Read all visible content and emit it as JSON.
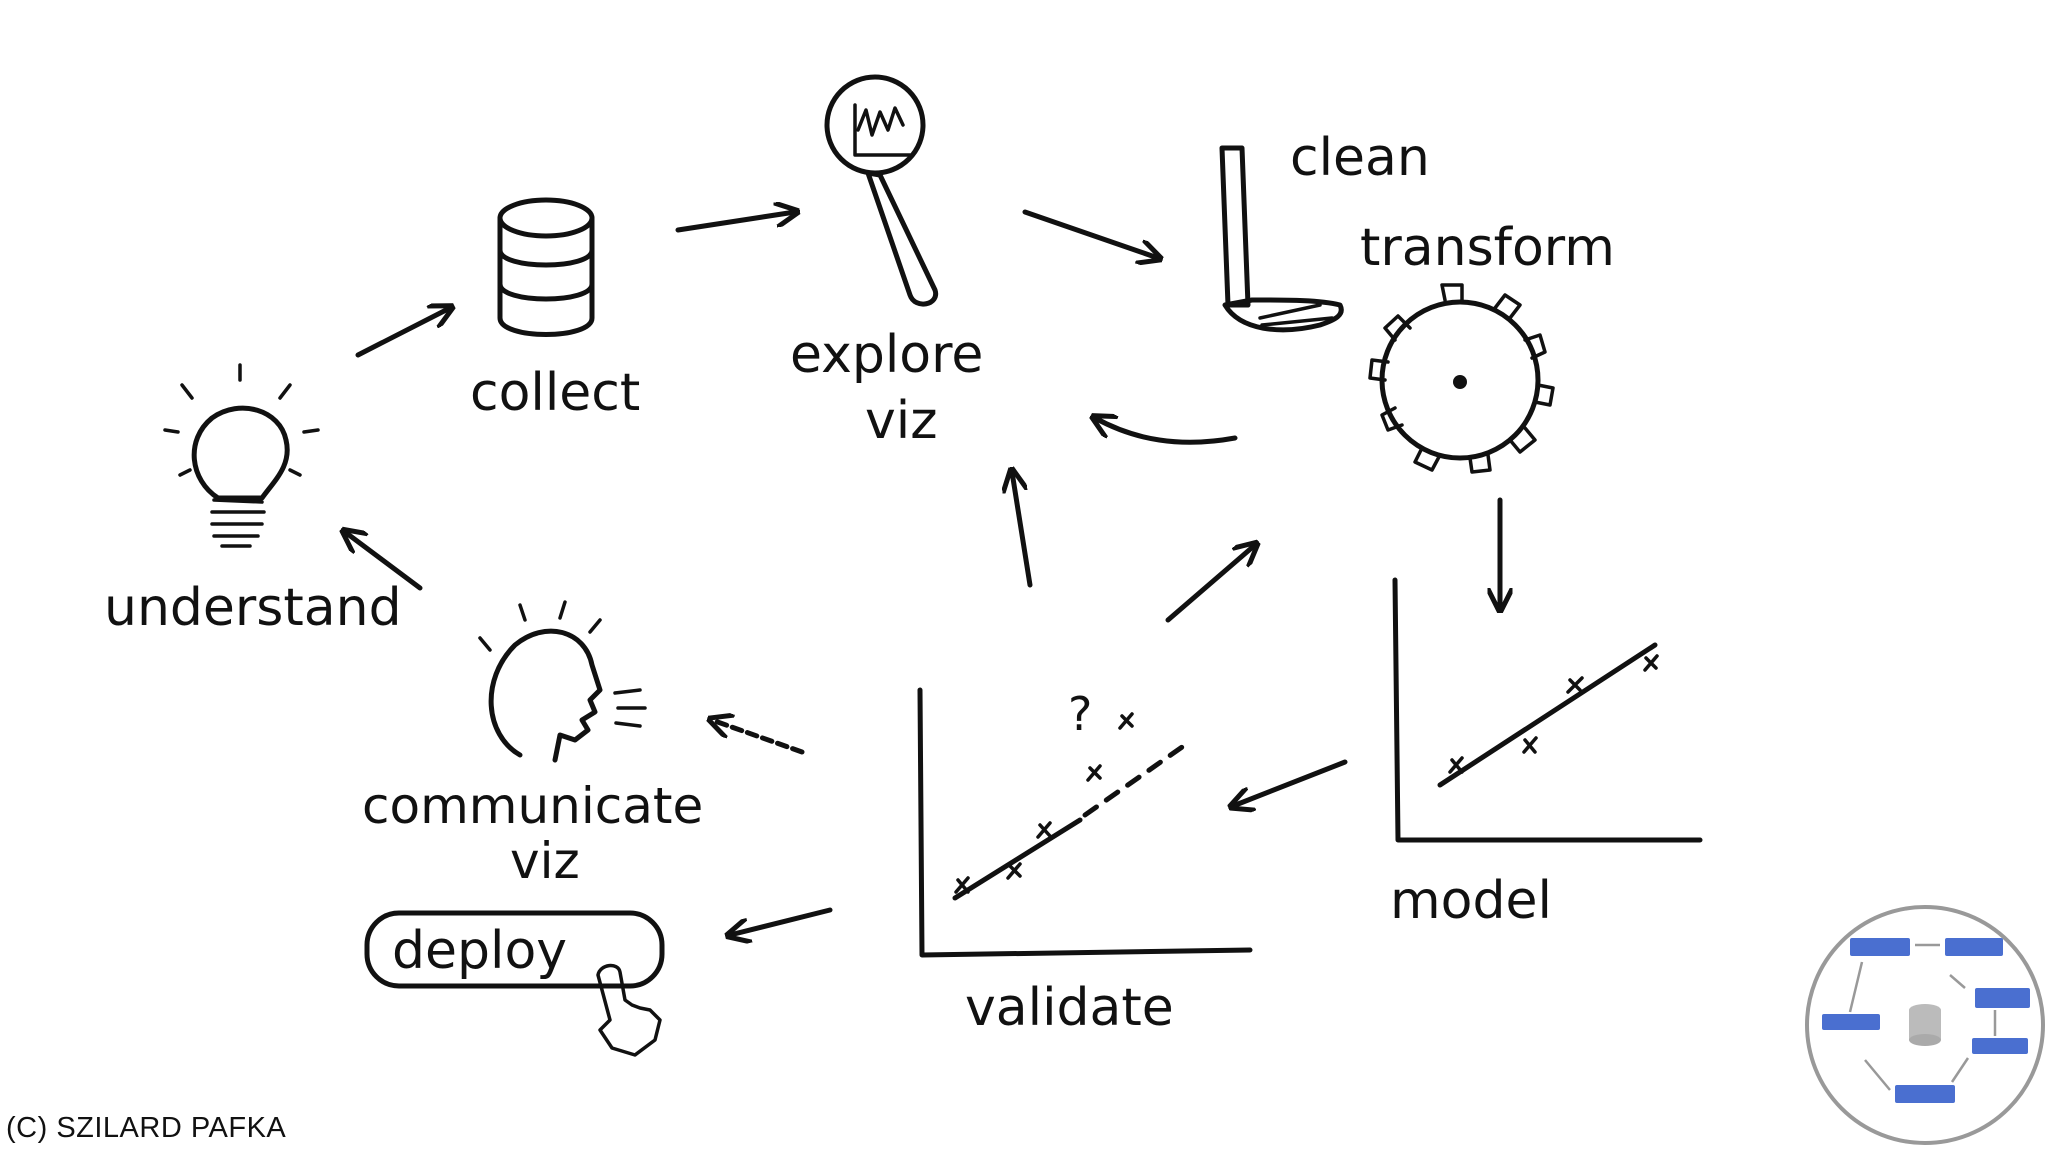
{
  "stages": {
    "understand": "understand",
    "collect": "collect",
    "explore": "explore",
    "explore_viz": "viz",
    "clean": "clean",
    "transform": "transform",
    "model": "model",
    "validate": "validate",
    "communicate": "communicate",
    "communicate_viz": "viz",
    "deploy": "deploy"
  },
  "question_mark": "?",
  "copyright": "(C) SZILARD PAFKA"
}
